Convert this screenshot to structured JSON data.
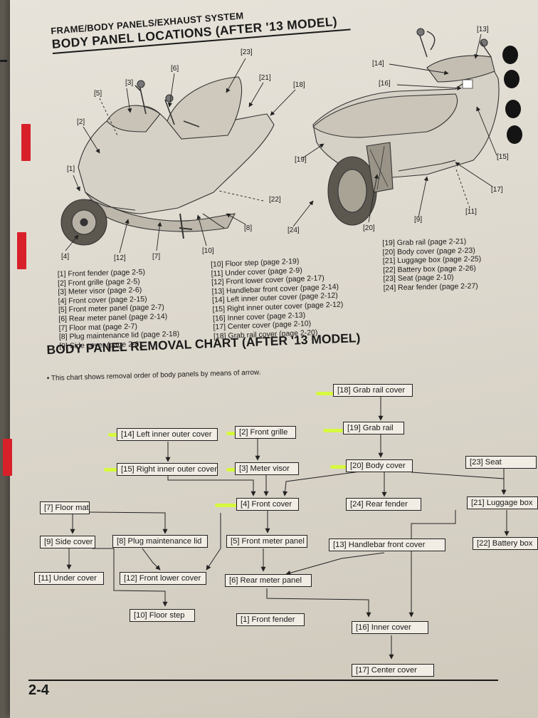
{
  "header": {
    "section_title": "FRAME/BODY PANELS/EXHAUST SYSTEM",
    "page_title": "BODY PANEL LOCATIONS (AFTER '13 MODEL)"
  },
  "callouts": [
    "[1]",
    "[2]",
    "[3]",
    "[4]",
    "[5]",
    "[6]",
    "[7]",
    "[8]",
    "[9]",
    "[10]",
    "[11]",
    "[12]",
    "[13]",
    "[14]",
    "[15]",
    "[16]",
    "[17]",
    "[18]",
    "[19]",
    "[20]",
    "[21]",
    "[22]",
    "[23]",
    "[24]"
  ],
  "legend": {
    "col1": [
      "[1] Front fender (page 2-5)",
      "[2] Front grille (page 2-5)",
      "[3] Meter visor (page 2-6)",
      "[4] Front cover (page 2-15)",
      "[5] Front meter panel (page 2-7)",
      "[6] Rear meter panel (page 2-14)",
      "[7] Floor mat (page 2-7)",
      "[8] Plug maintenance lid (page 2-18)",
      "[9] Side cover (page 2-8)"
    ],
    "col2": [
      "[10] Floor step (page 2-19)",
      "[11] Under cover (page 2-9)",
      "[12] Front lower cover (page 2-17)",
      "[13] Handlebar front cover (page 2-14)",
      "[14] Left inner outer cover (page 2-12)",
      "[15] Right inner outer cover (page 2-12)",
      "[16] Inner cover (page 2-13)",
      "[17] Center cover (page 2-10)",
      "[18] Grab rail cover (page 2-20)"
    ],
    "col3": [
      "[19] Grab rail (page 2-21)",
      "[20] Body cover (page 2-23)",
      "[21] Luggage box (page 2-25)",
      "[22] Battery box (page 2-26)",
      "[23] Seat (page 2-10)",
      "[24] Rear fender (page 2-27)"
    ]
  },
  "chart": {
    "title": "BODY PANEL REMOVAL CHART (AFTER '13 MODEL)",
    "note": "This chart shows removal order of body panels by means of arrow.",
    "boxes": {
      "grab_rail_cover": "[18] Grab rail cover",
      "grab_rail": "[19] Grab rail",
      "left_inner_outer": "[14] Left inner outer cover",
      "front_grille": "[2] Front grille",
      "right_inner_outer": "[15] Right inner outer cover",
      "meter_visor": "[3] Meter visor",
      "body_cover": "[20] Body cover",
      "seat": "[23] Seat",
      "floor_mat": "[7] Floor mat",
      "front_cover": "[4] Front cover",
      "rear_fender": "[24] Rear fender",
      "luggage_box": "[21] Luggage box",
      "side_cover": "[9] Side cover",
      "plug_lid": "[8] Plug maintenance lid",
      "front_meter": "[5] Front meter panel",
      "handlebar_cover": "[13] Handlebar front cover",
      "battery_box": "[22] Battery box",
      "under_cover": "[11] Under cover",
      "front_lower": "[12] Front lower cover",
      "rear_meter": "[6] Rear meter panel",
      "floor_step": "[10] Floor step",
      "front_fender": "[1] Front fender",
      "inner_cover": "[16] Inner cover",
      "center_cover": "[17] Center cover"
    }
  },
  "footer": {
    "page_number": "2-4"
  },
  "colors": {
    "highlight": "#d6ff26",
    "tab": "#d8202a",
    "paper": "#e2ddd3"
  }
}
